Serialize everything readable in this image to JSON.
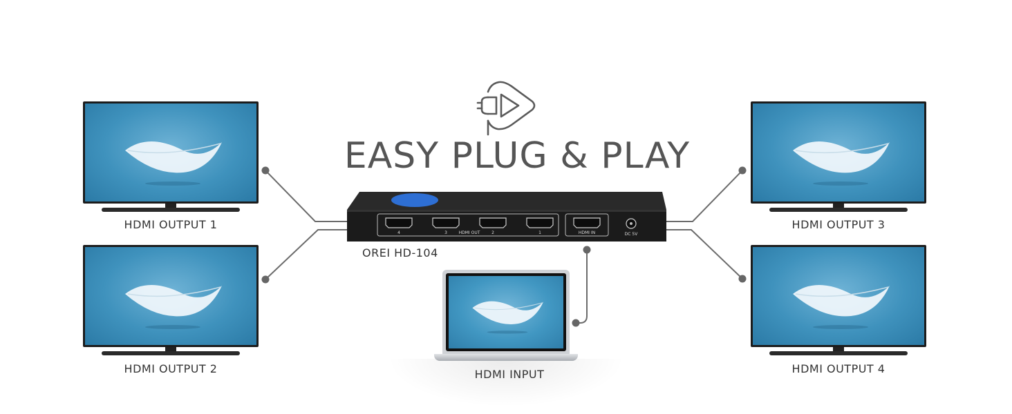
{
  "title": "EASY PLUG & PLAY",
  "device": {
    "model": "OREI HD-104",
    "ports": [
      "4",
      "3",
      "HDMI OUT",
      "2",
      "1",
      "HDMI IN",
      "DC 5V"
    ]
  },
  "outputs": [
    {
      "label": "HDMI OUTPUT 1"
    },
    {
      "label": "HDMI OUTPUT 2"
    },
    {
      "label": "HDMI OUTPUT 3"
    },
    {
      "label": "HDMI OUTPUT 4"
    }
  ],
  "input": {
    "label": "HDMI INPUT"
  },
  "icons": {
    "header": "plug-play-icon",
    "screen_image": "feather-icon"
  },
  "colors": {
    "screen_blue": "#3f92bd",
    "logo_blue": "#2e6fd4",
    "device_body": "#1e1e1e",
    "cable": "#666666"
  }
}
